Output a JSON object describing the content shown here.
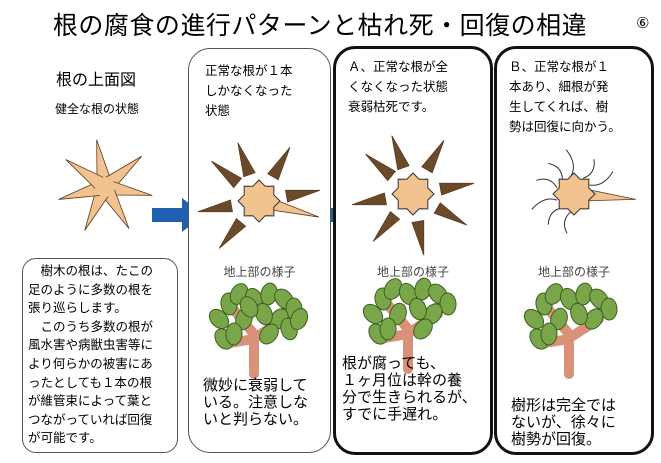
{
  "title": "根の腐食の進行パターンと枯れ死・回復の相違",
  "slide_number": "⑥",
  "intro": {
    "heading": "根の上面図",
    "subheading": "健全な根の状態",
    "description_lines": [
      "　樹木の根は、たこの",
      "足のように多数の根を",
      "張り巡らします。",
      "　このうち多数の根が",
      "風水害や病獣虫害等に",
      "より何らかの被害にあ",
      "ったとしても１本の根",
      "が維管束によって葉と",
      "つながっていれば回復",
      "が可能です。"
    ]
  },
  "panels": [
    {
      "caption_lines": [
        "正常な根が１本",
        "しかなくなった",
        "状態"
      ],
      "ground_label": "地上部の様子",
      "result_lines": [
        "微妙に衰弱して",
        "いる。注意しな",
        "いと判らない。"
      ]
    },
    {
      "caption_lines": [
        "Ａ、正常な根が全",
        "くなくなった状態",
        "衰弱枯死です。"
      ],
      "ground_label": "地上部の様子",
      "result_lines": [
        "根が腐っても、",
        "１ヶ月位は幹の養",
        "分で生きられるが、",
        "すでに手遅れ。"
      ]
    },
    {
      "caption_lines": [
        "Ｂ、正常な根が１",
        "本あり、細根が発",
        "生してくれば、樹",
        "勢は回復に向かう。"
      ],
      "ground_label": "地上部の様子",
      "result_lines": [
        "樹形は完全では",
        "ないが、徐々に",
        "樹勢が回復。"
      ]
    }
  ],
  "colors": {
    "root_healthy": "#f2c28f",
    "root_rotten": "#6b4a2a",
    "arrow": "#1f5fb0",
    "trunk": "#d9917a",
    "leaf": "#7aa64a"
  }
}
